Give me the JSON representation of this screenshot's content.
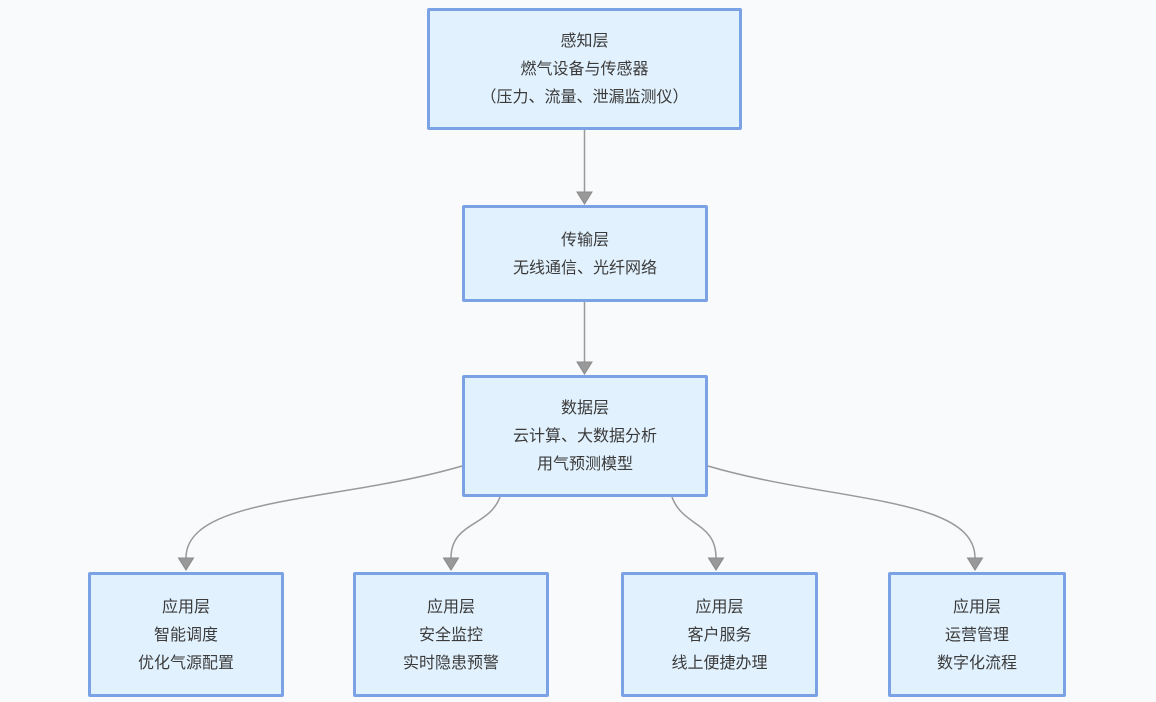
{
  "diagram": {
    "type": "flowchart",
    "direction": "top-down",
    "colors": {
      "background": "#f8fafc",
      "node_fill": "#e1f1fd",
      "node_border": "#7ba2e5",
      "edge": "#999999",
      "text": "#3b3b3b"
    },
    "nodes": [
      {
        "id": "perception",
        "lines": [
          "感知层",
          "燃气设备与传感器",
          "（压力、流量、泄漏监测仪）"
        ]
      },
      {
        "id": "transport",
        "lines": [
          "传输层",
          "无线通信、光纤网络"
        ]
      },
      {
        "id": "data",
        "lines": [
          "数据层",
          "云计算、大数据分析",
          "用气预测模型"
        ]
      },
      {
        "id": "app-dispatch",
        "lines": [
          "应用层",
          "智能调度",
          "优化气源配置"
        ]
      },
      {
        "id": "app-safety",
        "lines": [
          "应用层",
          "安全监控",
          "实时隐患预警"
        ]
      },
      {
        "id": "app-customer",
        "lines": [
          "应用层",
          "客户服务",
          "线上便捷办理"
        ]
      },
      {
        "id": "app-operation",
        "lines": [
          "应用层",
          "运营管理",
          "数字化流程"
        ]
      }
    ],
    "edges": [
      {
        "from": "perception",
        "to": "transport"
      },
      {
        "from": "transport",
        "to": "data"
      },
      {
        "from": "data",
        "to": "app-dispatch"
      },
      {
        "from": "data",
        "to": "app-safety"
      },
      {
        "from": "data",
        "to": "app-customer"
      },
      {
        "from": "data",
        "to": "app-operation"
      }
    ]
  }
}
